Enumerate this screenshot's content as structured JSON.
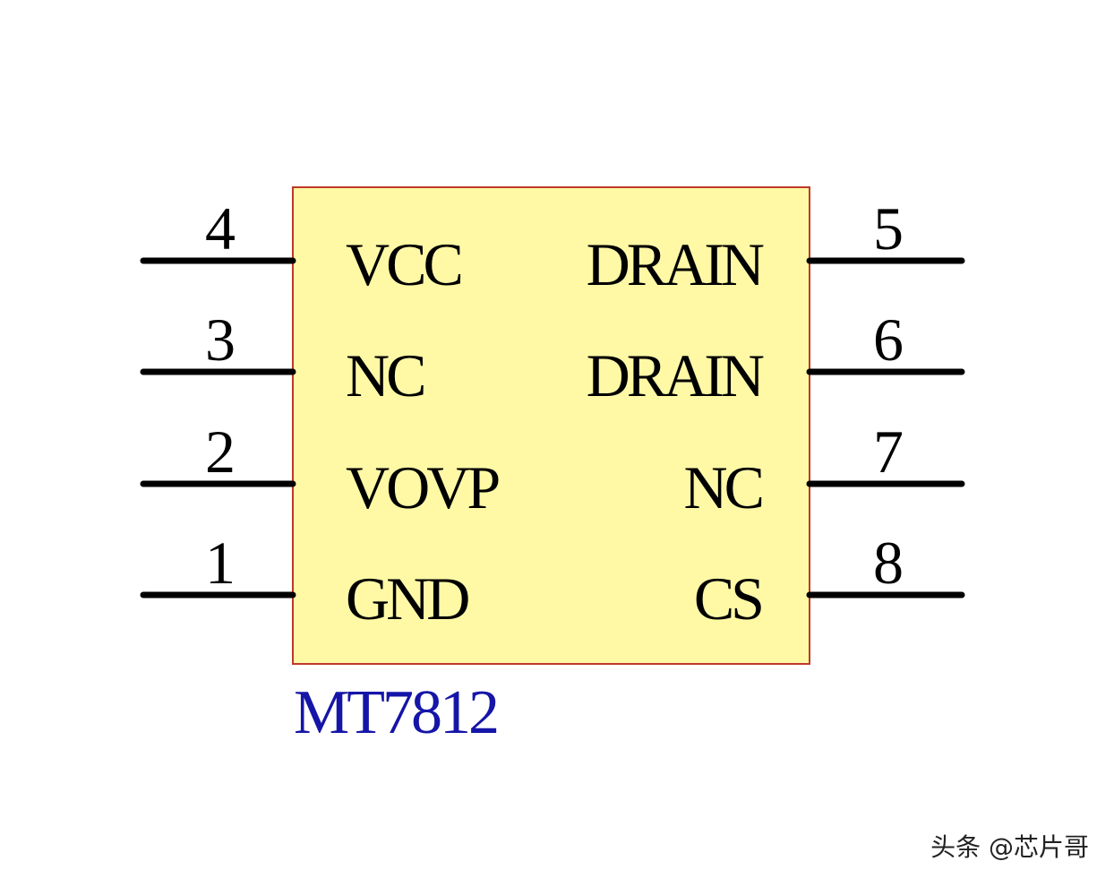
{
  "chip": {
    "part_number": "MT7812",
    "body_fill": "#fff9a6",
    "body_stroke": "#c0392b",
    "part_color": "#1515a8",
    "pins": [
      {
        "number": "4",
        "label": "VCC",
        "side": "left"
      },
      {
        "number": "3",
        "label": "NC",
        "side": "left"
      },
      {
        "number": "2",
        "label": "VOVP",
        "side": "left"
      },
      {
        "number": "1",
        "label": "GND",
        "side": "left"
      },
      {
        "number": "5",
        "label": "DRAIN",
        "side": "right"
      },
      {
        "number": "6",
        "label": "DRAIN",
        "side": "right"
      },
      {
        "number": "7",
        "label": "NC",
        "side": "right"
      },
      {
        "number": "8",
        "label": "CS",
        "side": "right"
      }
    ]
  },
  "watermark": "头条 @芯片哥"
}
